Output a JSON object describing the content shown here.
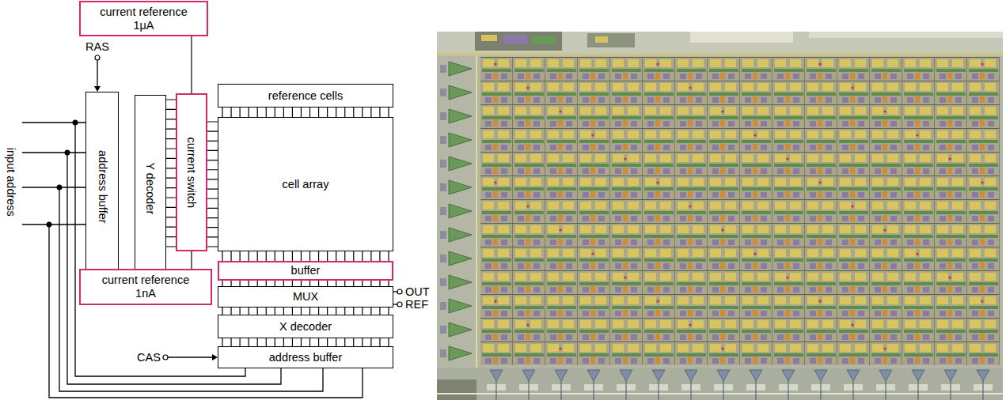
{
  "diagram": {
    "nodes": [
      {
        "text": [
          "current reference 1μA"
        ]
      },
      {
        "text": [
          "address buffer"
        ]
      },
      {
        "text": [
          "Y decoder"
        ]
      },
      {
        "text": [
          "current switch"
        ]
      },
      {
        "text": [
          "reference cells"
        ]
      },
      {
        "text": [
          "cell array"
        ]
      },
      {
        "text": [
          "buffer"
        ]
      },
      {
        "text": [
          "current reference 1nA"
        ]
      },
      {
        "text": [
          "MUX"
        ]
      },
      {
        "text": [
          "X decoder"
        ]
      },
      {
        "text": [
          "address buffer"
        ]
      }
    ],
    "edges": [
      {
        "from": 0,
        "to": 3,
        "arrow": "none"
      },
      {
        "from": 2,
        "to": 3,
        "arrow": "none"
      },
      {
        "from": 3,
        "to": 5,
        "arrow": "none"
      },
      {
        "from": 4,
        "to": 5,
        "arrow": "none"
      },
      {
        "from": 5,
        "to": 6,
        "arrow": "none"
      },
      {
        "from": 6,
        "to": 8,
        "arrow": "none"
      },
      {
        "from": 7,
        "to": 3,
        "arrow": "none"
      },
      {
        "from": 8,
        "to": 9,
        "arrow": "none"
      },
      {
        "from": 9,
        "to": 10,
        "arrow": "none"
      }
    ],
    "labels": [
      "RAS",
      "input address",
      "OUT",
      "REF",
      "CAS"
    ]
  }
}
